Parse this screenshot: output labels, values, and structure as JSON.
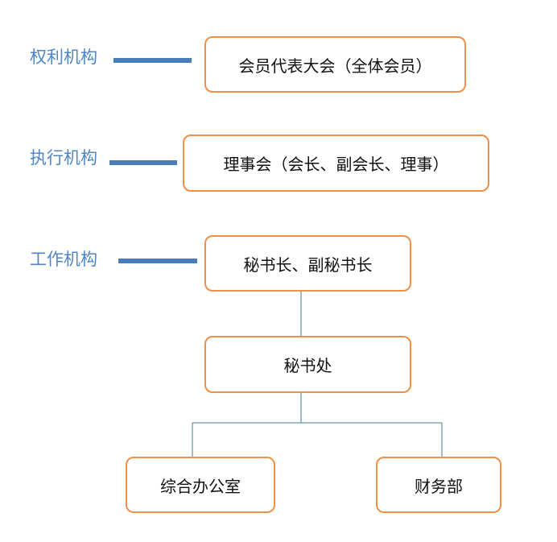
{
  "colors": {
    "label": "#4f86c6",
    "bar": "#4a7ebb",
    "box_border": "#ee8f4a",
    "connector": "#4a7a8c"
  },
  "levels": [
    {
      "label": "权利机构",
      "box": "会员代表大会（全体会员）"
    },
    {
      "label": "执行机构",
      "box": "理事会（会长、副会长、理事）"
    },
    {
      "label": "工作机构",
      "box": "秘书长、副秘书长"
    }
  ],
  "secretariat": "秘书处",
  "departments": [
    "综合办公室",
    "财务部"
  ]
}
